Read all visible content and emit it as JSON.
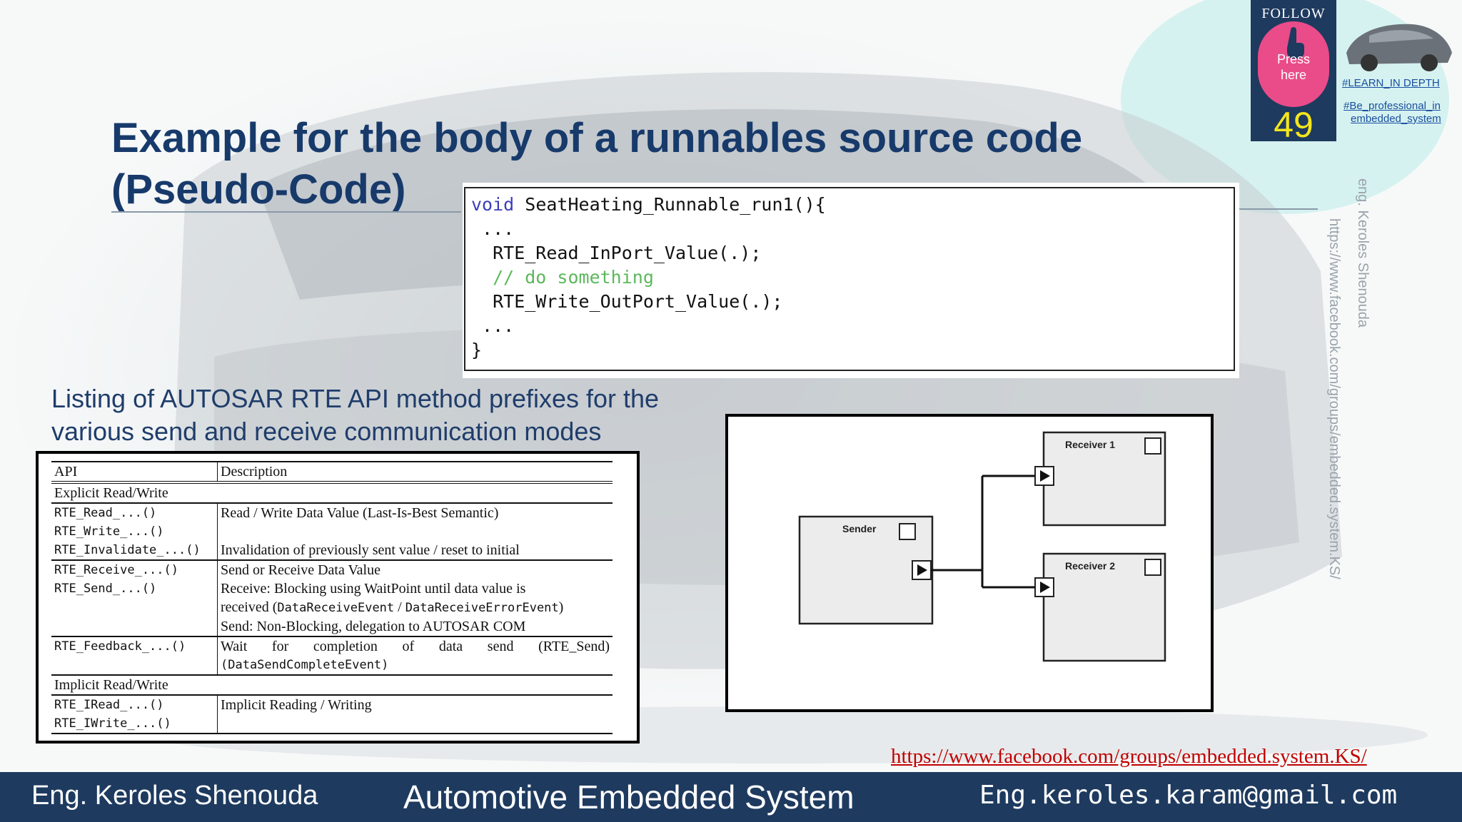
{
  "slide": {
    "title_line1": "Example for the body of a runnables source code",
    "title_line2": "(Pseudo-Code)",
    "page_number": "49"
  },
  "follow": {
    "label": "FOLLOW US",
    "press_line1": "Press",
    "press_line2": "here",
    "tag1": "#LEARN_IN DEPTH",
    "tag2_line1": "#Be_professional_in",
    "tag2_line2": "embedded_system"
  },
  "code": {
    "line1_kw": "void",
    "line1_rest": " SeatHeating_Runnable_run1(){",
    "line2": " ...",
    "line3": "  RTE_Read_InPort_Value(.);",
    "line4": "  // do something",
    "line5": "  RTE_Write_OutPort_Value(.);",
    "line6": " ...",
    "line7": "}"
  },
  "listing": {
    "line1": "Listing of AUTOSAR RTE API method prefixes for the",
    "line2": "various send and receive communication modes"
  },
  "table": {
    "col_api": "API",
    "col_desc": "Description",
    "sec1": "Explicit Read/Write",
    "r1_api1": "RTE_Read_...()",
    "r1_api2": "RTE_Write_...()",
    "r1_api3": "RTE_Invalidate_...()",
    "r1_desc1": "Read / Write Data Value (Last-Is-Best Semantic)",
    "r1_desc3": "Invalidation of previously sent value / reset to initial",
    "r2_api1": "RTE_Receive_...()",
    "r2_api2": "RTE_Send_...()",
    "r2_desc1": "Send or Receive Data Value",
    "r2_desc2": "Receive: Blocking using WaitPoint until data value is",
    "r2_desc3a": "received (",
    "r2_desc3b": "DataReceiveEvent",
    "r2_desc3c": " / ",
    "r2_desc3d": "DataReceiveErrorEvent",
    "r2_desc3e": ")",
    "r2_desc4": "Send: Non-Blocking, delegation to AUTOSAR COM",
    "r3_api": "RTE_Feedback_...()",
    "r3_desc1": "Wait for completion of data send (RTE_Send)",
    "r3_desc2": "(DataSendCompleteEvent)",
    "sec2": "Implicit Read/Write",
    "r4_api1": "RTE_IRead_...()",
    "r4_api2": "RTE_IWrite_...()",
    "r4_desc": "Implicit Reading / Writing"
  },
  "diagram": {
    "sender": "Sender",
    "receiver1": "Receiver 1",
    "receiver2": "Receiver 2"
  },
  "side": {
    "name": "eng. Keroles Shenouda",
    "url": "https://www.facebook.com/groups/embedded.system.KS/"
  },
  "links": {
    "facebook": "https://www.facebook.com/groups/embedded.system.KS/ "
  },
  "footer": {
    "author": "Eng. Keroles Shenouda",
    "course": "Automotive Embedded System",
    "email": "Eng.keroles.karam@gmail.com"
  },
  "colors": {
    "title": "#173a6b",
    "footer_bg": "#1e3a5f",
    "link": "#c00000",
    "accent_pink": "#ea4c89",
    "number_yellow": "#f5e51b"
  }
}
